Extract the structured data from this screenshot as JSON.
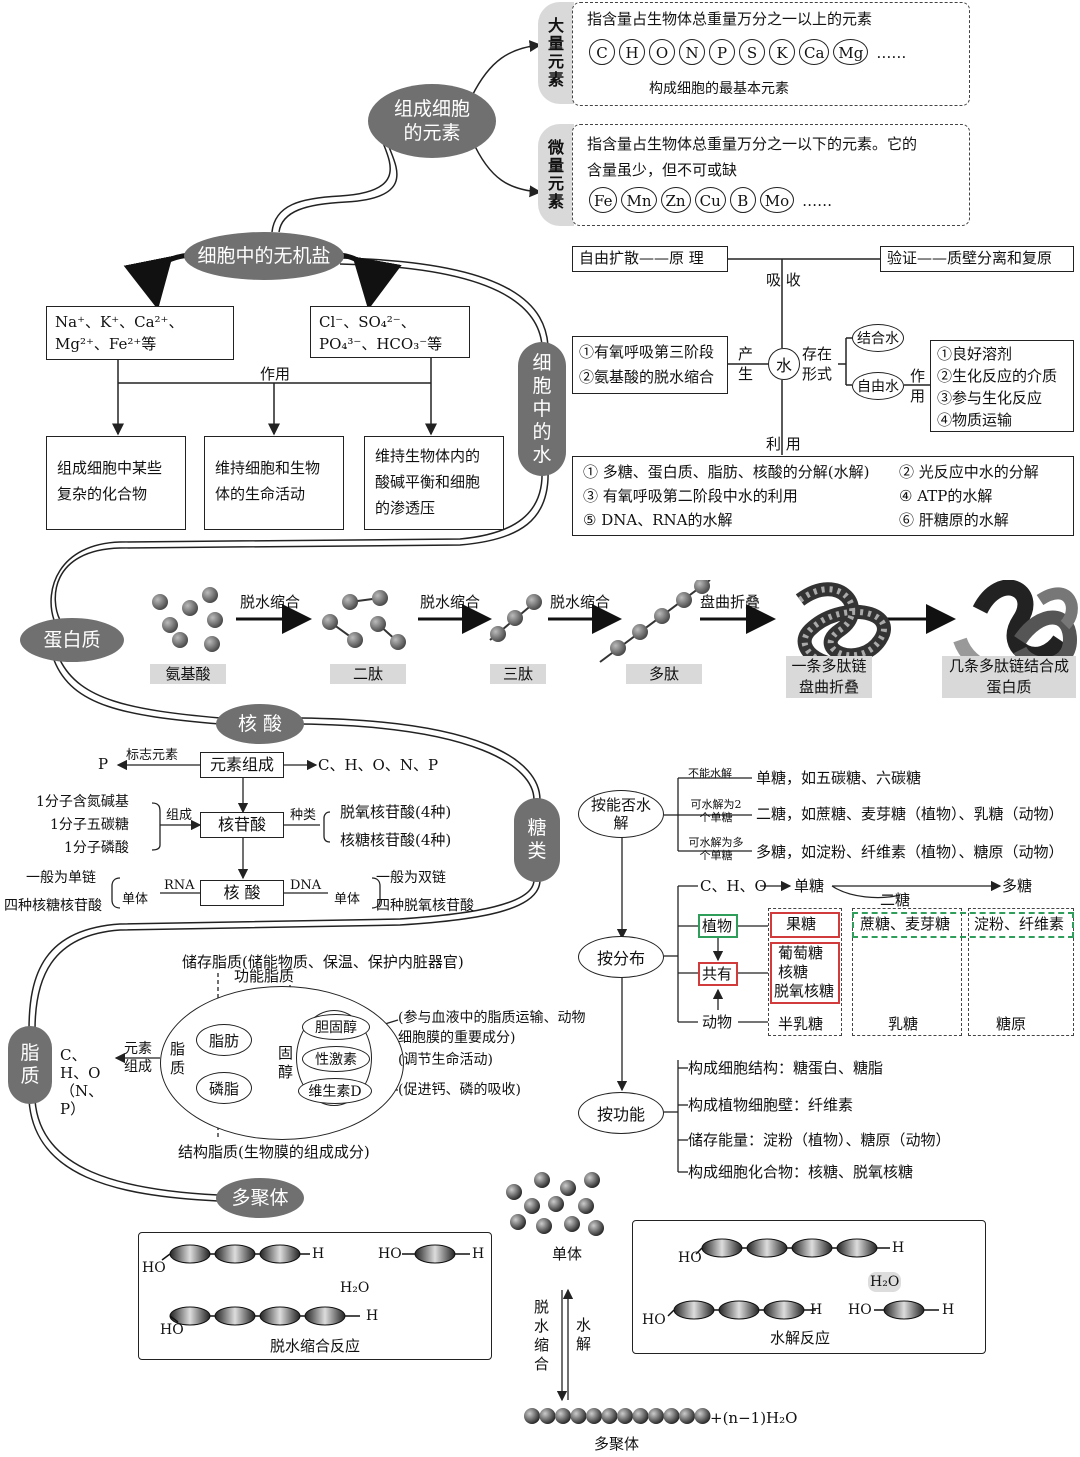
{
  "elements": {
    "center": "组成细胞的元素",
    "major": {
      "tab": "大量元素",
      "desc": "指含量占生物体总重量万分之一以上的元素",
      "items": [
        "C",
        "H",
        "O",
        "N",
        "P",
        "S",
        "K",
        "Ca",
        "Mg"
      ],
      "more": "……",
      "note": "构成细胞的最基本元素"
    },
    "trace": {
      "tab": "微量元素",
      "desc": "指含量占生物体总重量万分之一以下的元素。它的含量虽少，但不可或缺",
      "items": [
        "Fe",
        "Mn",
        "Zn",
        "Cu",
        "B",
        "Mo"
      ],
      "more": "……"
    }
  },
  "salt": {
    "title": "细胞中的无机盐",
    "cations": "Na⁺、K⁺、Ca²⁺、Mg²⁺、Fe²⁺等",
    "anions": "Cl⁻、SO₄²⁻、PO₄³⁻、HCO₃⁻等",
    "role": "作用",
    "functions": [
      "组成细胞中某些复杂的化合物",
      "维持细胞和生物体的生命活动",
      "维持生物体内的酸碱平衡和细胞的渗透压"
    ]
  },
  "water": {
    "title": "细胞中的水",
    "center": "水",
    "diffusion": "自由扩散——原  理",
    "verify": "验证——质壁分离和复原",
    "absorb": "吸  收",
    "produce": "产  生",
    "exist": "存在形式",
    "use": "利  用",
    "effect": "作  用",
    "sources": [
      "①有氧呼吸第三阶段",
      "②氨基酸的脱水缩合"
    ],
    "bound": "结合水",
    "free": "自由水",
    "roles": [
      "①良好溶剂",
      "②生化反应的介质",
      "③参与生化反应",
      "④物质运输"
    ],
    "uses": [
      "① 多糖、蛋白质、脂肪、核酸的分解(水解)",
      "② 光反应中水的分解",
      "③ 有氧呼吸第二阶段中水的利用",
      "④ ATP的水解",
      "⑤ DNA、RNA的水解",
      "⑥ 肝糖原的水解"
    ]
  },
  "protein": {
    "title": "蛋白质",
    "step": "脱水缩合",
    "fold": "盘曲折叠",
    "labels": [
      "氨基酸",
      "二肽",
      "三肽",
      "多肽"
    ],
    "chain": "一条多肽链盘曲折叠",
    "complex": "几条多肽链结合成蛋白质"
  },
  "nucleic": {
    "title": "核 酸",
    "marker_el": "P",
    "marker": "标志元素",
    "composition": "元素组成",
    "elements": "C、H、O、N、P",
    "parts": [
      "1分子含氮碱基",
      "1分子五碳糖",
      "1分子磷酸"
    ],
    "compose": "组成",
    "nucleotide": "核苷酸",
    "kinds": "种类",
    "kinds_list": [
      "脱氧核苷酸(4种)",
      "核糖核苷酸(4种)"
    ],
    "acid": "核  酸",
    "rna": "RNA",
    "dna": "DNA",
    "monomer": "单体",
    "rna_chain": "一般为单链",
    "rna_unit": "四种核糖核苷酸",
    "dna_chain": "一般为双链",
    "dna_unit": "四种脱氧核苷酸"
  },
  "sugar": {
    "title": "糖类",
    "by_hydrolysis": "按能否水解",
    "h_labels": [
      "不能水解",
      "可水解为2个单糖",
      "可水解为多个单糖"
    ],
    "h_items": [
      "单糖，如五碳糖、六碳糖",
      "二糖，如蔗糖、麦芽糖（植物）、乳糖（动物）",
      "多糖，如淀粉、纤维素（植物）、糖原（动物）"
    ],
    "by_dist": "按分布",
    "chon": "C、H、O",
    "mono": "单糖",
    "di": "二糖",
    "poly": "多糖",
    "plant": "植物",
    "common": "共有",
    "animal": "动物",
    "plant_items": [
      "果糖",
      "蔗糖、麦芽糖",
      "淀粉、纤维素"
    ],
    "common_items": [
      "葡萄糖",
      "核糖",
      "脱氧核糖"
    ],
    "animal_items": [
      "半乳糖",
      "乳糖",
      "糖原"
    ],
    "by_func": "按功能",
    "functions": [
      "构成细胞结构：糖蛋白、糖脂",
      "构成植物细胞壁：纤维素",
      "储存能量：淀粉（植物）、糖原（动物）",
      "构成细胞化合物：核糖、脱氧核糖"
    ]
  },
  "lipid": {
    "title": "脂质",
    "elements": "C、H、O（N、P）",
    "el_label": "元素组成",
    "kind": "脂质",
    "storage": "储存脂质(储能物质、保温、保护内脏器官)",
    "functional": "功能脂质",
    "structural": "结构脂质(生物膜的组成成分)",
    "fat": "脂肪",
    "phospho": "磷脂",
    "sterol": "固醇",
    "sterols": [
      "胆固醇",
      "性激素",
      "维生素D"
    ],
    "sterol_roles": [
      "(参与血液中的脂质运输、动物细胞膜的重要成分)",
      "(调节生命活动)",
      "(促进钙、磷的吸收)"
    ]
  },
  "polymer": {
    "title": "多聚体",
    "ho": "HO",
    "h": "H",
    "h2o": "H₂O",
    "condense": "脱水缩合反应",
    "hydrolyze": "水解反应",
    "monomer": "单体",
    "arrow_down": "脱水缩合",
    "arrow_up": "水解",
    "polymer": "多聚体",
    "water_out": "+(n−1)H₂O"
  },
  "colors": {
    "oval": "#707070",
    "tab": "#d9d9d9",
    "green": "#2f9e5a",
    "red": "#d23b3b"
  }
}
